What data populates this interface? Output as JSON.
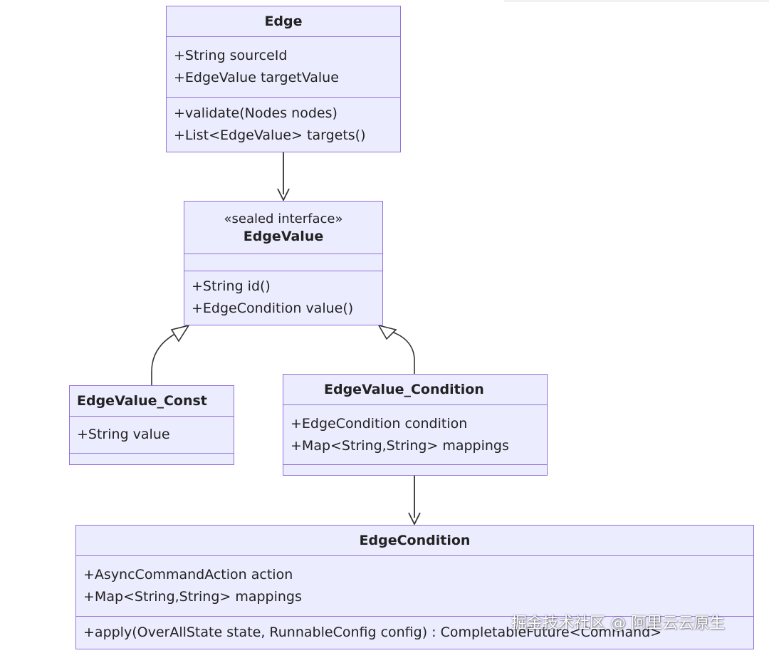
{
  "colors": {
    "class_fill": "#ececff",
    "class_border": "#9370db",
    "connector": "#333333"
  },
  "classes": {
    "edge": {
      "name": "Edge",
      "attributes": [
        "+String sourceId",
        "+EdgeValue targetValue"
      ],
      "methods": [
        "+validate(Nodes nodes)",
        "+List<EdgeValue> targets()"
      ]
    },
    "edge_value": {
      "stereotype": "«sealed interface»",
      "name": "EdgeValue",
      "attributes": [],
      "methods": [
        "+String id()",
        "+EdgeCondition value()"
      ]
    },
    "edge_value_const": {
      "name": "EdgeValue_Const",
      "attributes": [
        "+String value"
      ],
      "methods": []
    },
    "edge_value_condition": {
      "name": "EdgeValue_Condition",
      "attributes": [
        "+EdgeCondition condition",
        "+Map<String,String> mappings"
      ],
      "methods": []
    },
    "edge_condition": {
      "name": "EdgeCondition",
      "attributes": [
        "+AsyncCommandAction action",
        "+Map<String,String> mappings"
      ],
      "methods": [
        "+apply(OverAllState state, RunnableConfig config) : CompletableFuture<Command>"
      ]
    }
  },
  "relationships": [
    {
      "from": "Edge",
      "to": "EdgeValue",
      "kind": "association"
    },
    {
      "from": "EdgeValue_Const",
      "to": "EdgeValue",
      "kind": "realization"
    },
    {
      "from": "EdgeValue_Condition",
      "to": "EdgeValue",
      "kind": "realization"
    },
    {
      "from": "EdgeValue_Condition",
      "to": "EdgeCondition",
      "kind": "association"
    }
  ],
  "watermark": "掘金技术社区 @ 阿里云云原生"
}
